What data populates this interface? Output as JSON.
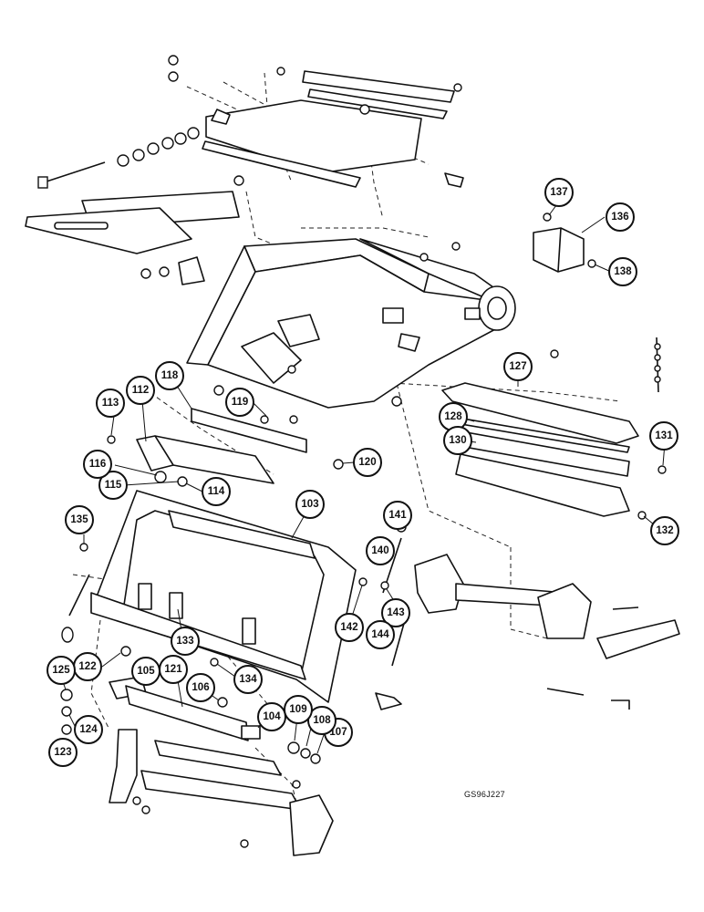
{
  "diagram": {
    "reference_code": "GS96J227",
    "callouts": [
      "103",
      "104",
      "105",
      "106",
      "107",
      "108",
      "109",
      "112",
      "113",
      "114",
      "115",
      "116",
      "118",
      "119",
      "120",
      "121",
      "122",
      "123",
      "124",
      "125",
      "127",
      "128",
      "130",
      "131",
      "132",
      "133",
      "134",
      "135",
      "136",
      "137",
      "138",
      "140",
      "141",
      "142",
      "143",
      "144"
    ]
  }
}
